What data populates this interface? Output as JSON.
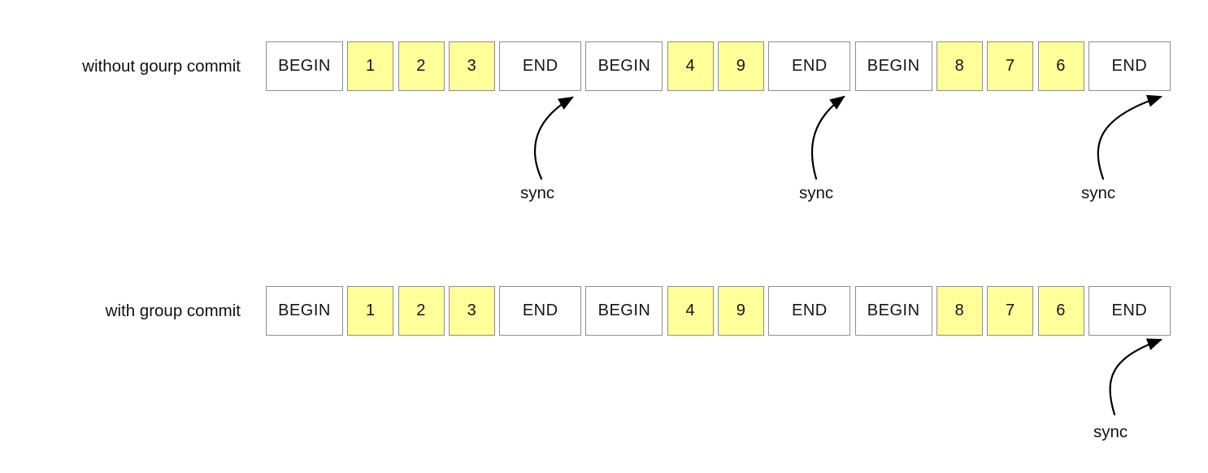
{
  "diagram": {
    "title_hint": "group commit timeline comparison",
    "colors": {
      "operation_fill": "#ffff99",
      "cell_border": "#8e8e8e",
      "marker_fill": "#ffffff",
      "arrow_color": "#000000",
      "text_color": "#111111",
      "background": "#ffffff"
    },
    "rows": [
      {
        "label": "without gourp commit",
        "cells": [
          {
            "text": "BEGIN",
            "kind": "marker"
          },
          {
            "text": "1",
            "kind": "operation"
          },
          {
            "text": "2",
            "kind": "operation"
          },
          {
            "text": "3",
            "kind": "operation"
          },
          {
            "text": "END",
            "kind": "marker"
          },
          {
            "text": "BEGIN",
            "kind": "marker"
          },
          {
            "text": "4",
            "kind": "operation"
          },
          {
            "text": "9",
            "kind": "operation"
          },
          {
            "text": "END",
            "kind": "marker"
          },
          {
            "text": "BEGIN",
            "kind": "marker"
          },
          {
            "text": "8",
            "kind": "operation"
          },
          {
            "text": "7",
            "kind": "operation"
          },
          {
            "text": "6",
            "kind": "operation"
          },
          {
            "text": "END",
            "kind": "marker"
          }
        ],
        "sync_labels": [
          "sync",
          "sync",
          "sync"
        ]
      },
      {
        "label": "with group commit",
        "cells": [
          {
            "text": "BEGIN",
            "kind": "marker"
          },
          {
            "text": "1",
            "kind": "operation"
          },
          {
            "text": "2",
            "kind": "operation"
          },
          {
            "text": "3",
            "kind": "operation"
          },
          {
            "text": "END",
            "kind": "marker"
          },
          {
            "text": "BEGIN",
            "kind": "marker"
          },
          {
            "text": "4",
            "kind": "operation"
          },
          {
            "text": "9",
            "kind": "operation"
          },
          {
            "text": "END",
            "kind": "marker"
          },
          {
            "text": "BEGIN",
            "kind": "marker"
          },
          {
            "text": "8",
            "kind": "operation"
          },
          {
            "text": "7",
            "kind": "operation"
          },
          {
            "text": "6",
            "kind": "operation"
          },
          {
            "text": "END",
            "kind": "marker"
          }
        ],
        "sync_labels": [
          "sync"
        ]
      }
    ]
  }
}
